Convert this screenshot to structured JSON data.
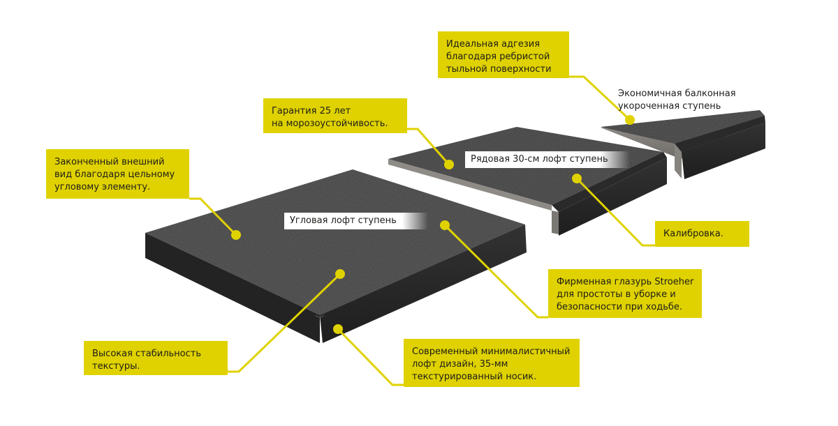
{
  "colors": {
    "callout_bg": "#e0d200",
    "leader": "#e0d200",
    "stone_top": "#3b3a3a",
    "stone_edge": "#2a2929",
    "stone_underside": "#8a8783"
  },
  "callouts": {
    "adhesion": [
      "Идеальная адгезия",
      "благодаря ребристой",
      "тыльной поверхности"
    ],
    "frost": [
      "Гарантия 25 лет",
      "на морозоустойчивость."
    ],
    "corner_finish": [
      "Законченный внешний",
      "вид благодаря цельному",
      "угловому элементу."
    ],
    "calibration": [
      "Калибровка."
    ],
    "glaze": [
      "Фирменная глазурь Stroeher",
      "для простоты в уборке и",
      "безопасности при ходьбе."
    ],
    "texture": [
      "Высокая стабильность",
      "текстуры."
    ],
    "design": [
      "Современный минималистичный",
      "лофт дизайн, 35-мм",
      "текстурированный носик."
    ]
  },
  "labels": {
    "balcony": [
      "Экономичная балконная",
      "укороченная ступень"
    ],
    "row_step": "Рядовая 30-см лофт ступень",
    "corner_step": "Угловая лофт ступень"
  }
}
